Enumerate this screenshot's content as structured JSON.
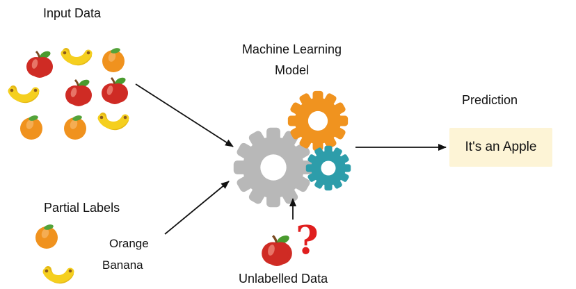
{
  "labels": {
    "input_data": "Input Data",
    "ml_model": "Machine Learning Model",
    "prediction_title": "Prediction",
    "prediction_value": "It's an Apple",
    "partial_labels_title": "Partial Labels",
    "partial_label_orange": "Orange",
    "partial_label_banana": "Banana",
    "unlabelled_data": "Unlabelled Data",
    "question_mark": "?"
  },
  "input_grid": {
    "rows": [
      [
        "apple",
        "banana",
        "orange"
      ],
      [
        "banana",
        "apple",
        "apple"
      ],
      [
        "orange",
        "orange",
        "banana"
      ]
    ]
  },
  "partial_label_items": [
    "orange",
    "banana"
  ],
  "unlabelled_item": "apple",
  "model": {
    "gears": [
      "gray",
      "orange",
      "teal"
    ]
  },
  "flow": {
    "arrows": [
      {
        "from": "input-data",
        "to": "ml-model"
      },
      {
        "from": "partial-labels",
        "to": "ml-model"
      },
      {
        "from": "unlabelled-data",
        "to": "ml-model"
      },
      {
        "from": "ml-model",
        "to": "prediction"
      }
    ]
  },
  "colors": {
    "gear_gray": "#b8b8b8",
    "gear_orange": "#f0931f",
    "gear_teal": "#2d9daa",
    "prediction_box_bg": "#fdf4d6",
    "question_mark_red": "#e01e1e",
    "apple_red": "#cf2b24",
    "banana_yellow": "#f5cf1f",
    "orange_orange": "#f0921e",
    "arrow_black": "#111111"
  }
}
